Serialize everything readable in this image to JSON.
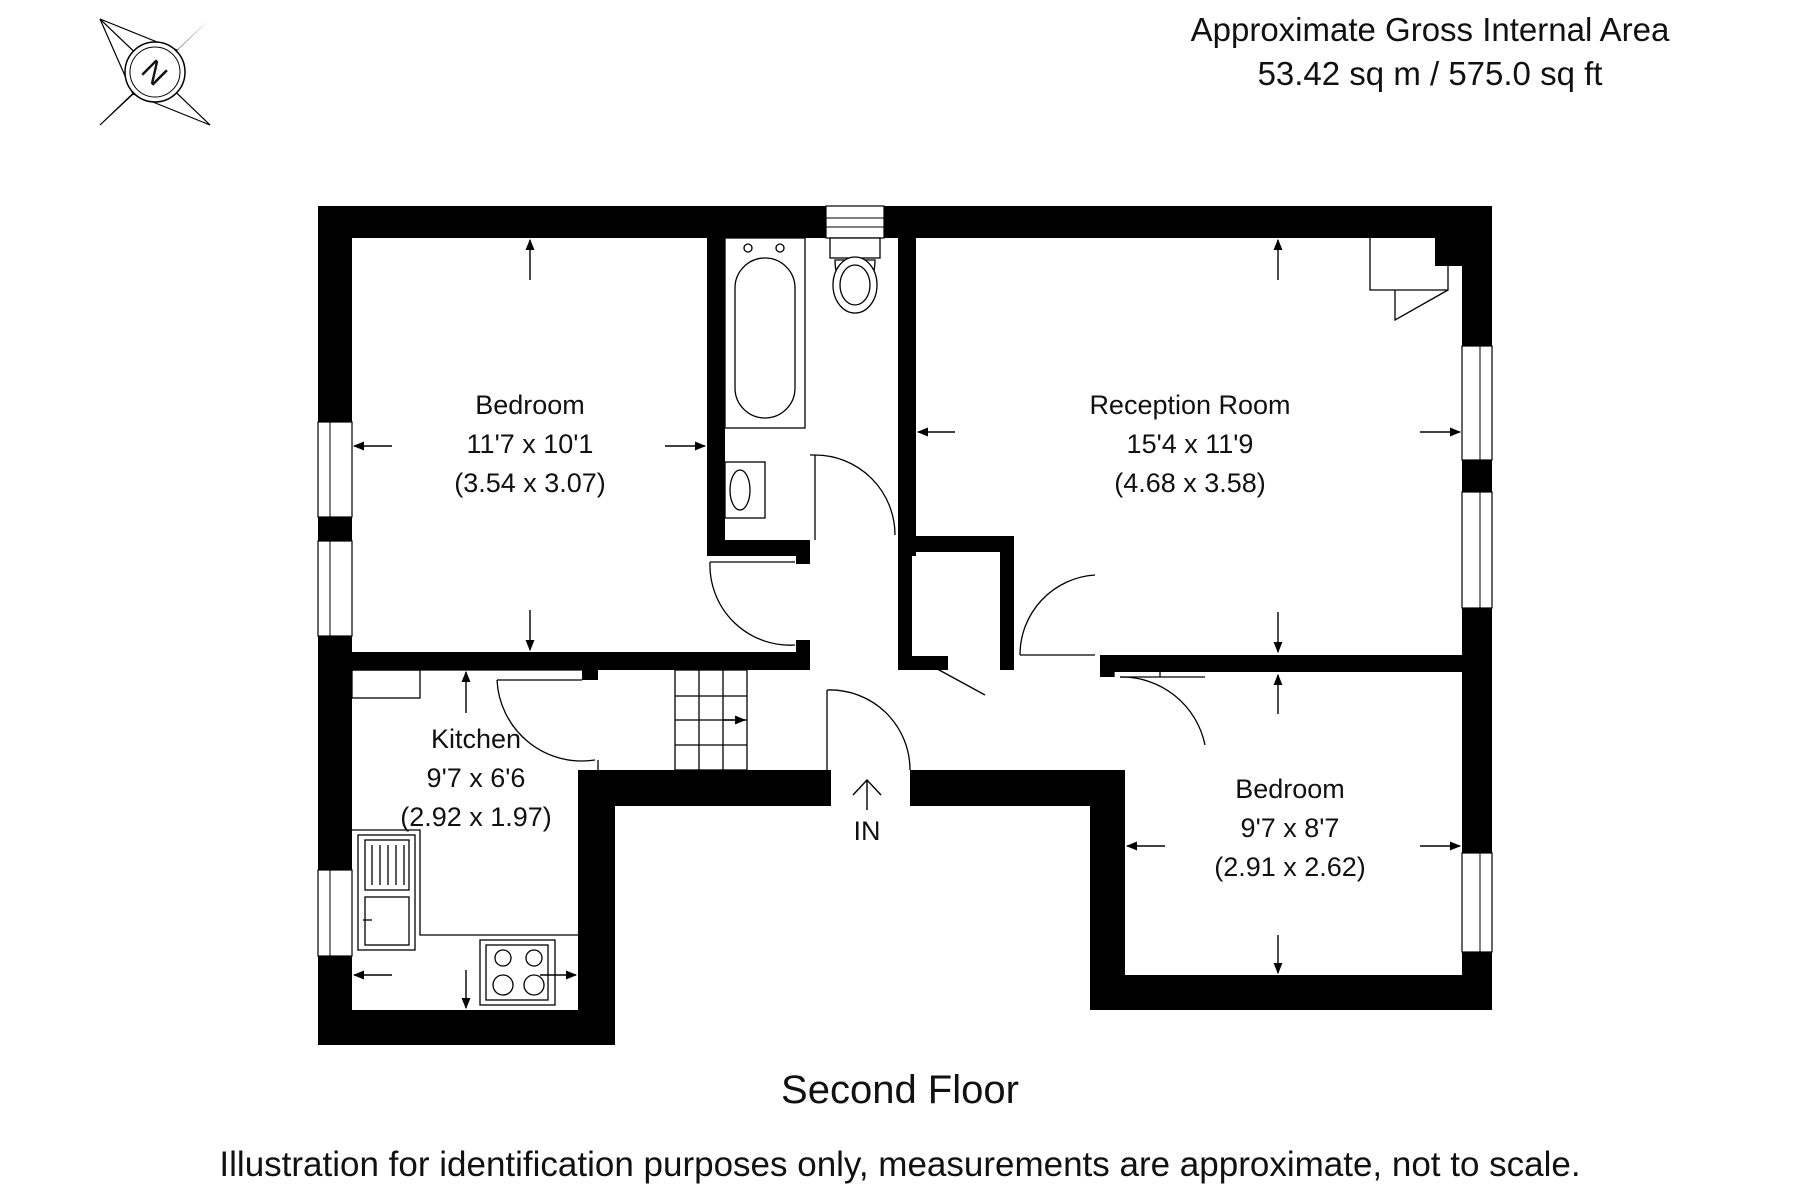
{
  "header": {
    "area_title": "Approximate Gross Internal Area",
    "area_value": "53.42 sq m / 575.0 sq ft"
  },
  "compass": {
    "icon": "compass-north-icon",
    "letter": "N"
  },
  "rooms": [
    {
      "name": "Bedroom",
      "size_imperial": "11'7 x 10'1",
      "size_metric": "(3.54 x 3.07)"
    },
    {
      "name": "Reception Room",
      "size_imperial": "15'4 x 11'9",
      "size_metric": "(4.68 x 3.58)"
    },
    {
      "name": "Kitchen",
      "size_imperial": "9'7 x 6'6",
      "size_metric": "(2.92 x 1.97)"
    },
    {
      "name": "Bedroom",
      "size_imperial": "9'7 x 8'7",
      "size_metric": "(2.91 x 2.62)"
    }
  ],
  "entrance": {
    "label": "IN"
  },
  "floor_name": "Second Floor",
  "disclaimer": "Illustration for identification purposes only, measurements are approximate, not to scale."
}
